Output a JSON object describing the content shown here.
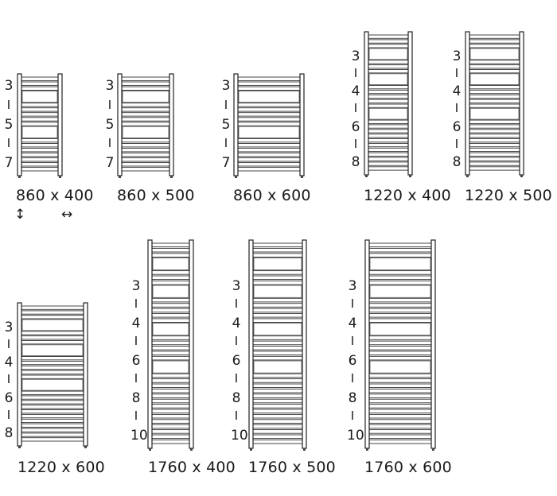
{
  "legend": {
    "height_arrow": "↕",
    "width_arrow": "↔"
  },
  "radiators": [
    {
      "label": "860 x 400",
      "sections": [
        "3",
        "I",
        "5",
        "I",
        "7"
      ]
    },
    {
      "label": "860 x 500",
      "sections": [
        "3",
        "I",
        "5",
        "I",
        "7"
      ]
    },
    {
      "label": "860 x 600",
      "sections": [
        "3",
        "I",
        "5",
        "I",
        "7"
      ]
    },
    {
      "label": "1220 x 400",
      "sections": [
        "3",
        "I",
        "4",
        "I",
        "6",
        "I",
        "8"
      ]
    },
    {
      "label": "1220 x 500",
      "sections": [
        "3",
        "I",
        "4",
        "I",
        "6",
        "I",
        "8"
      ]
    },
    {
      "label": "1220 x 600",
      "sections": [
        "3",
        "I",
        "4",
        "I",
        "6",
        "I",
        "8"
      ]
    },
    {
      "label": "1760 x 400",
      "sections": [
        "3",
        "I",
        "4",
        "I",
        "6",
        "I",
        "8",
        "I",
        "10"
      ]
    },
    {
      "label": "1760 x 500",
      "sections": [
        "3",
        "I",
        "4",
        "I",
        "6",
        "I",
        "8",
        "I",
        "10"
      ]
    },
    {
      "label": "1760 x 600",
      "sections": [
        "3",
        "I",
        "4",
        "I",
        "6",
        "I",
        "8",
        "I",
        "10"
      ]
    }
  ]
}
